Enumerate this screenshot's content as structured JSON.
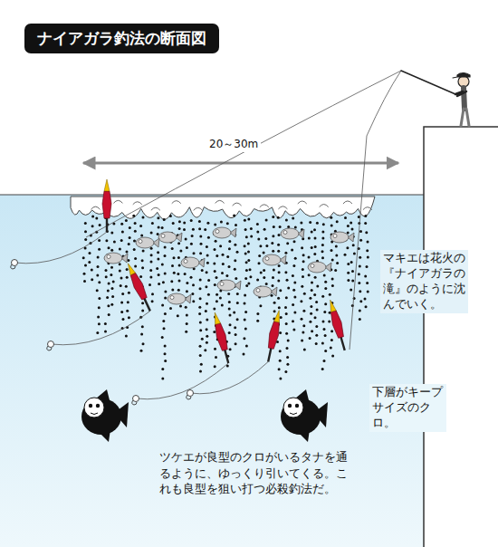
{
  "diagram": {
    "title": "ナイアガラ釣法の断面図",
    "labels": [
      "20～30m",
      "マキエは花火の『ナイアガラの滝』のように沈んでいく。",
      "下層がキープサイズのクロ。",
      "ツケエが良型のクロがいるタナを通るように、ゆっくり引いてくる。これも良型を狙い打つ必殺釣法だ。"
    ]
  }
}
